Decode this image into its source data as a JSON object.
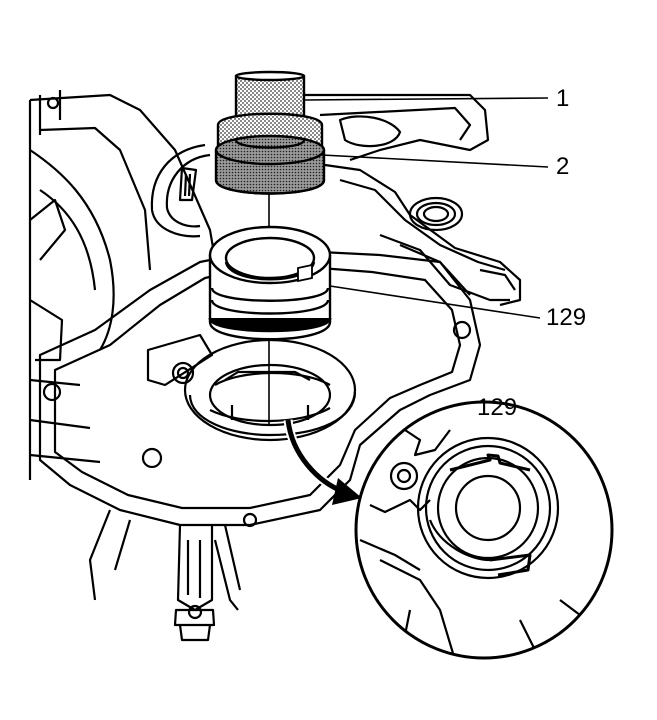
{
  "callouts": {
    "tool_shaft": "1",
    "tool_driver": "2",
    "seal_main": "129",
    "seal_detail": "129"
  },
  "colors": {
    "line": "#000000",
    "background": "#ffffff",
    "stipple": "#3a3a3a",
    "tool_gray": "#b8b8b8"
  }
}
